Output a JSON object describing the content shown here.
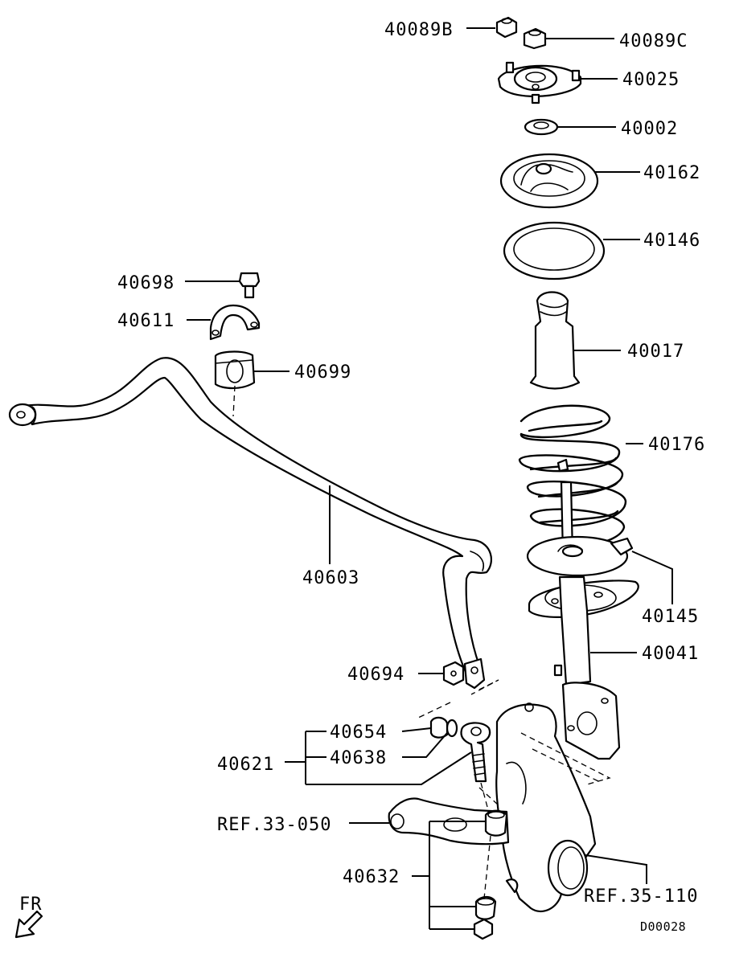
{
  "labels": {
    "p40089B": "40089B",
    "p40089C": "40089C",
    "p40025": "40025",
    "p40002": "40002",
    "p40162": "40162",
    "p40146": "40146",
    "p40698": "40698",
    "p40611": "40611",
    "p40699": "40699",
    "p40017": "40017",
    "p40176": "40176",
    "p40603": "40603",
    "p40145": "40145",
    "p40041": "40041",
    "p40694": "40694",
    "p40654": "40654",
    "p40621": "40621",
    "p40638": "40638",
    "ref33": "REF.33-050",
    "p40632": "40632",
    "ref35": "REF.35-110",
    "fr": "FR",
    "drawing_no": "D00028"
  }
}
